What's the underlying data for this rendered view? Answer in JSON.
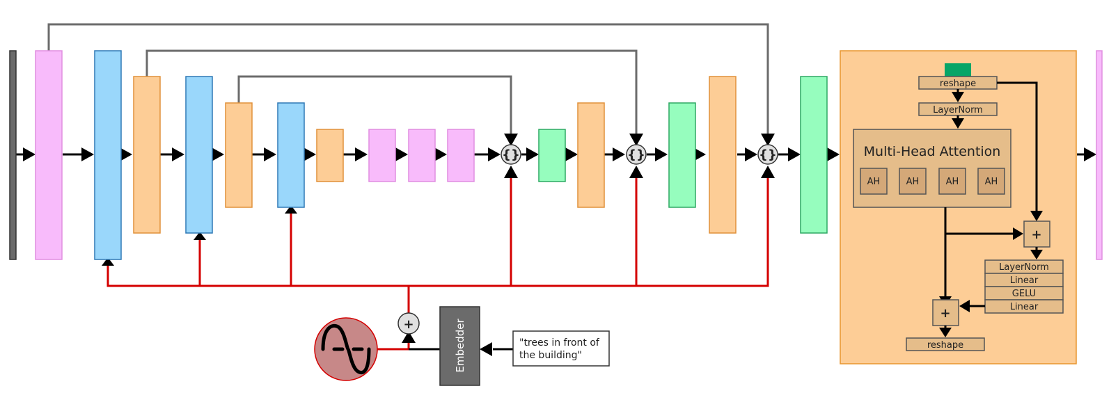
{
  "colors": {
    "dark_bar": "#6b6b6b",
    "pink": "#f8bbfb",
    "pink_border": "#e08ee0",
    "blue": "#9ad7fb",
    "blue_border": "#2f79b5",
    "orange": "#fdcd96",
    "orange_border": "#e0913a",
    "green": "#96fdbe",
    "green_border": "#2fa863",
    "panel": "#fdcd96",
    "panel_border": "#e8952f",
    "block": "#e5bd8a",
    "block_border": "#555555",
    "token": "#06a567",
    "skip": "#6b6b6b",
    "cond": "#d40000",
    "sin_fill": "#c78888",
    "embedder_fill": "#6b6b6b"
  },
  "attention": {
    "reshape_top": "reshape",
    "layernorm_top": "LayerNorm",
    "mha_title": "Multi-Head Attention",
    "heads": [
      "AH",
      "AH",
      "AH",
      "AH"
    ],
    "mlp": [
      "LayerNorm",
      "Linear",
      "GELU",
      "Linear"
    ],
    "reshape_bottom": "reshape",
    "plus": "+"
  },
  "ops": {
    "concat": "{}",
    "plus": "+"
  },
  "conditioning": {
    "embedder_label": "Embedder",
    "prompt_line1": "\"trees in front of",
    "prompt_line2": "the building\""
  }
}
